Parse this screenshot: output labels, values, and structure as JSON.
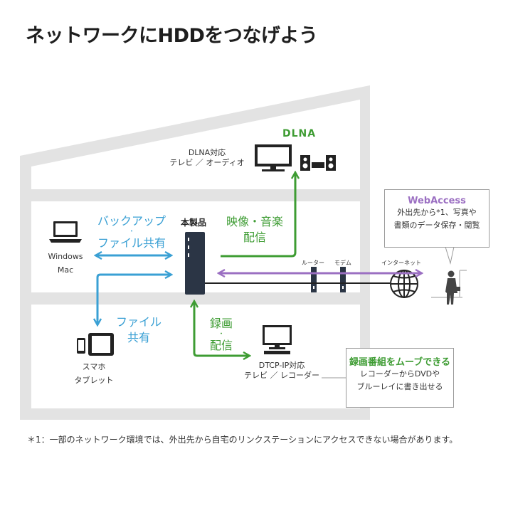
{
  "title": "ネットワークにHDDをつなげよう",
  "labels": {
    "dlna_heading": "DLNA",
    "dlna_device_line1": "DLNA対応",
    "dlna_device_line2": "テレビ ／ オーディオ",
    "backup_line1": "バックアップ",
    "backup_line2": "・",
    "backup_line3": "ファイル共有",
    "product": "本製品",
    "media_line1": "映像・音楽",
    "media_line2": "配信",
    "pc_line1": "Windows",
    "pc_line2": "Mac",
    "router": "ルーター",
    "modem": "モデム",
    "internet": "インターネット",
    "fileshare_line1": "ファイル",
    "fileshare_line2": "共有",
    "record_line1": "録画",
    "record_line2": "・",
    "record_line3": "配信",
    "mobile_line1": "スマホ",
    "mobile_line2": "タブレット",
    "dtcp_line1": "DTCP-IP対応",
    "dtcp_line2": "テレビ ／ レコーダー"
  },
  "webaccess_callout": {
    "heading": "WebAccess",
    "line1": "外出先から*1、写真や",
    "line2": "書類のデータ保存・閲覧"
  },
  "recording_callout": {
    "heading": "録画番組をムーブできる",
    "line1": "レコーダーからDVDや",
    "line2": "ブルーレイに書き出せる"
  },
  "footnote": "＊1：一部のネットワーク環境では、外出先から自宅のリンクステーションにアクセスできない場合があります。",
  "colors": {
    "blue": "#3aa0d4",
    "green": "#3e9c33",
    "purple": "#9b6fc2",
    "house": "#e3e3e3",
    "device": "#2b3545"
  }
}
